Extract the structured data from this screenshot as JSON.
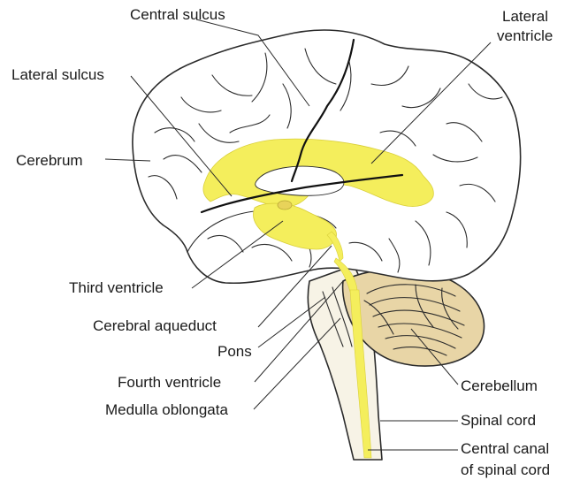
{
  "colors": {
    "background": "#ffffff",
    "brain_fill": "#ffffff",
    "ventricle_yellow": "#f4ee5c",
    "cerebellum_tan": "#e8d5a6",
    "brainstem_fill": "#f7f3e6",
    "outline": "#2b2b2b",
    "text": "#1a1a1a"
  },
  "labels": {
    "central_sulcus": "Central sulcus",
    "lateral_ventricle_line1": "Lateral",
    "lateral_ventricle_line2": "ventricle",
    "lateral_sulcus": "Lateral sulcus",
    "cerebrum": "Cerebrum",
    "third_ventricle": "Third ventricle",
    "cerebral_aqueduct": "Cerebral aqueduct",
    "pons": "Pons",
    "fourth_ventricle": "Fourth ventricle",
    "medulla_oblongata": "Medulla oblongata",
    "cerebellum": "Cerebellum",
    "spinal_cord": "Spinal cord",
    "central_canal_line1": "Central canal",
    "central_canal_line2": "of spinal cord"
  }
}
